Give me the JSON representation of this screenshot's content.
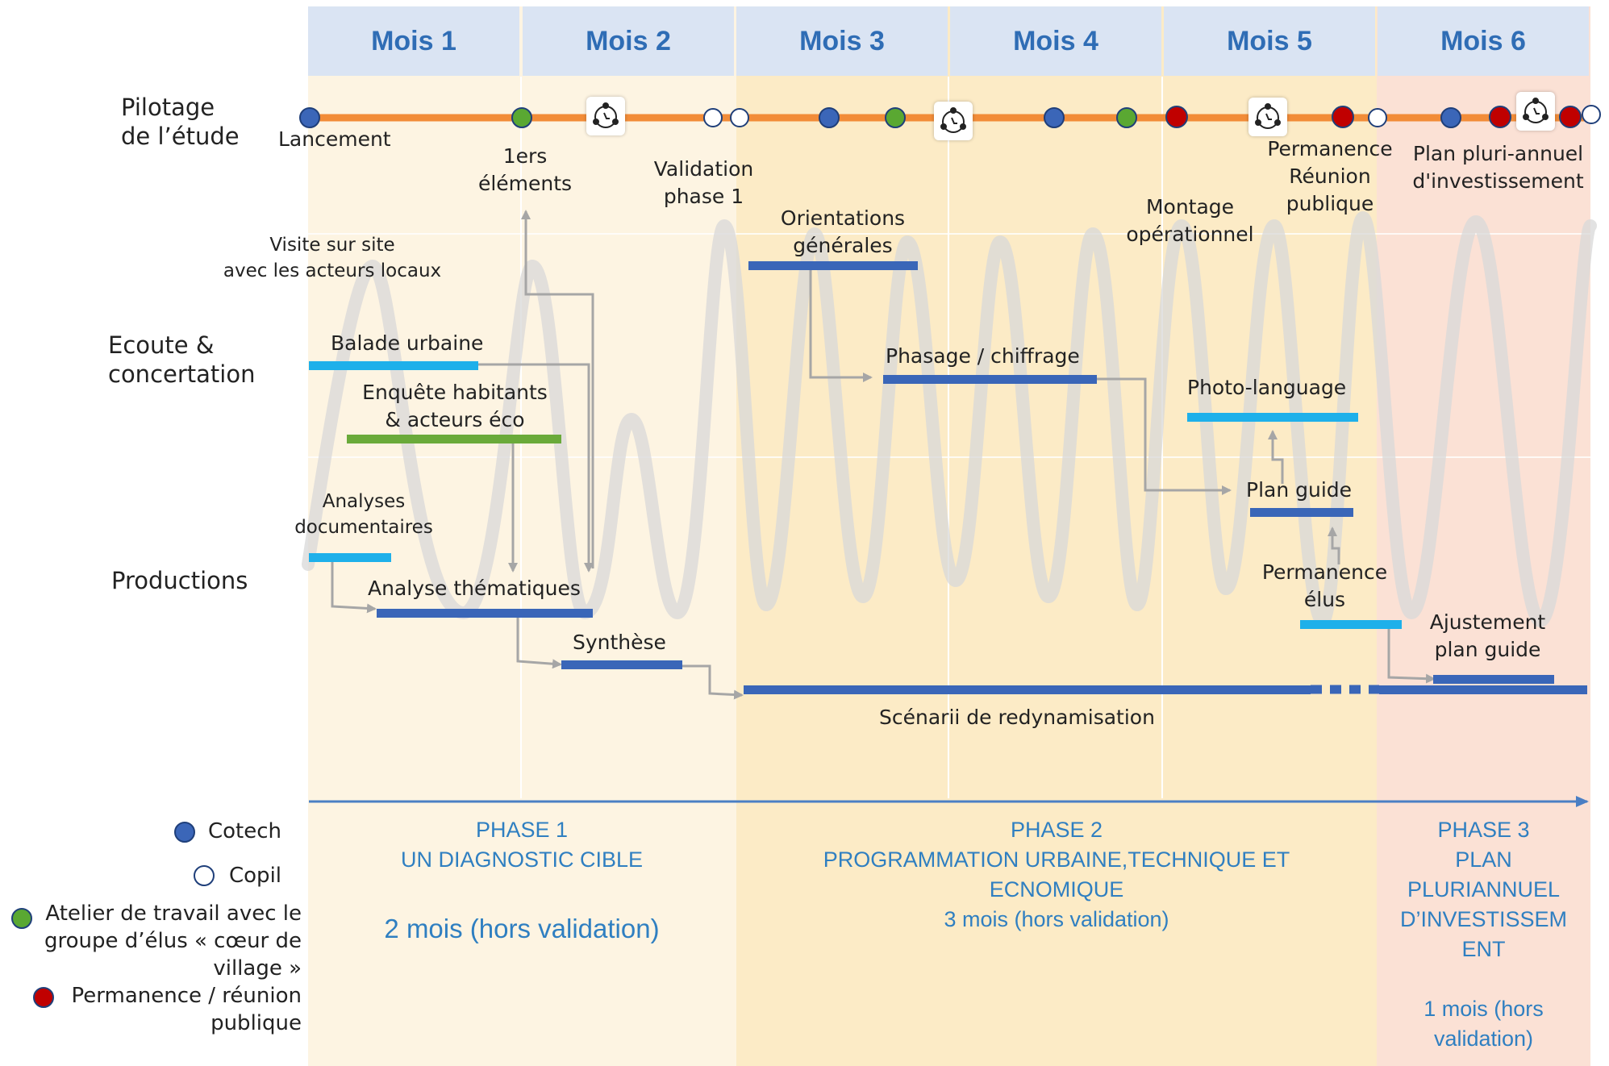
{
  "months": [
    "Mois 1",
    "Mois 2",
    "Mois 3",
    "Mois 4",
    "Mois 5",
    "Mois 6"
  ],
  "rows": {
    "pilotage": "Pilotage\nde l’étude",
    "ecoute": "Ecoute &\nconcertation",
    "productions": "Productions"
  },
  "milestones": {
    "lancement": "Lancement",
    "premiers_elements": "1ers\néléments",
    "validation_phase1": "Validation\nphase 1",
    "montage": "Montage\nopérationnel",
    "permanence_reunion": "Permanence\nRéunion\npublique",
    "plan_pluriannuel": "Plan pluri-annuel\nd'investissement"
  },
  "activities": {
    "visite": "Visite sur site\navec les acteurs locaux",
    "balade": "Balade urbaine",
    "enquete": "Enquête habitants\n& acteurs éco",
    "analyses_doc": "Analyses\ndocumentaires",
    "analyse_thematiques": "Analyse thématiques",
    "synthese": "Synthèse",
    "orientations": "Orientations\ngénérales",
    "phasage": "Phasage / chiffrage",
    "photo_language": "Photo-language",
    "plan_guide": "Plan guide",
    "permanence_elus": "Permanence\nélus",
    "ajustement": "Ajustement\nplan guide",
    "scenarii": "Scénarii de redynamisation"
  },
  "phases": [
    {
      "title": "PHASE 1\nUN DIAGNOSTIC CIBLE",
      "duration": "2 mois (hors validation)"
    },
    {
      "title": "PHASE 2\nPROGRAMMATION URBAINE,TECHNIQUE ET\nECNOMIQUE\n3 mois (hors validation)",
      "duration": ""
    },
    {
      "title": "PHASE 3\nPLAN\nPLURIANNUEL\nD’INVESTISSEM\nENT\n\n1 mois (hors\nvalidation)",
      "duration": ""
    }
  ],
  "legend": {
    "cotech": "Cotech",
    "copil": "Copil",
    "atelier": "Atelier de travail avec le\ngroupe d’élus « cœur de\nvillage »",
    "permanence": "Permanence / réunion\npublique"
  },
  "colors": {
    "header_bg": "#dae4f3",
    "header_text": "#2f6db5",
    "phase1_bg": "#fdf4e2",
    "phase2_bg": "#fcebc6",
    "phase3_bg": "#fbe1d5",
    "pilotage_line": "#f28c38",
    "cotech": "#3b66b8",
    "copil": "#ffffff",
    "atelier": "#5aa832",
    "permanence": "#c00000",
    "bar_dark": "#3a66b8",
    "bar_light": "#1eb0ea",
    "bar_green": "#6aaa3a",
    "phase_text": "#2f7fc1"
  }
}
